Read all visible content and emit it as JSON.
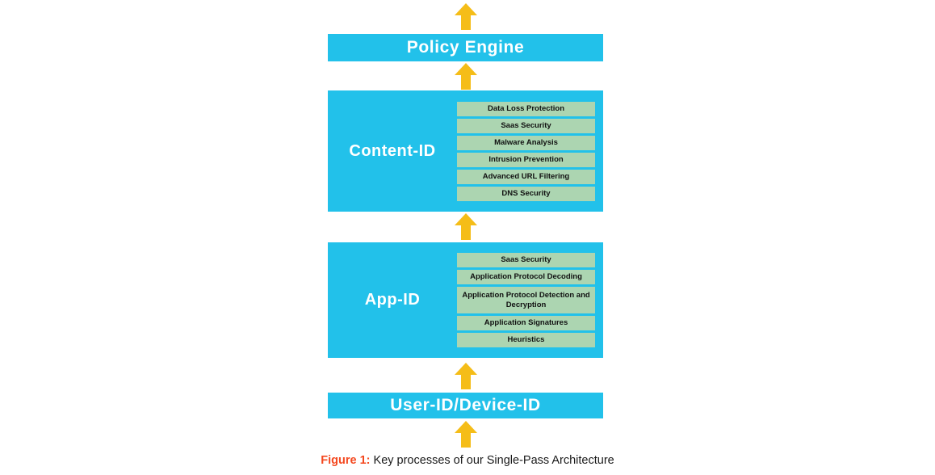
{
  "figure": {
    "caption_label": "Figure 1:",
    "caption_text": " Key processes of our Single-Pass Architecture"
  },
  "colors": {
    "cyan": "#22C1EA",
    "green": "#ACD5B1",
    "arrow_yellow": "#F5BD18",
    "caption_accent": "#F4481F",
    "label_text": "#FFFFFF",
    "subbox_text": "#111111"
  },
  "flow": {
    "top_arrow": "up-arrow",
    "arrows": [
      "up-arrow",
      "up-arrow",
      "up-arrow",
      "up-arrow",
      "up-arrow"
    ]
  },
  "blocks": {
    "policy_engine": {
      "title": "Policy Engine"
    },
    "content_id": {
      "title": "Content-ID",
      "items": [
        "Data Loss Protection",
        "Saas Security",
        "Malware Analysis",
        "Intrusion Prevention",
        "Advanced URL Filtering",
        "DNS Security"
      ]
    },
    "app_id": {
      "title": "App-ID",
      "items": [
        "Saas Security",
        "Application Protocol Decoding",
        "Application Protocol Detection and Decryption",
        "Application Signatures",
        "Heuristics"
      ]
    },
    "user_device_id": {
      "title": "User-ID/Device-ID"
    }
  }
}
